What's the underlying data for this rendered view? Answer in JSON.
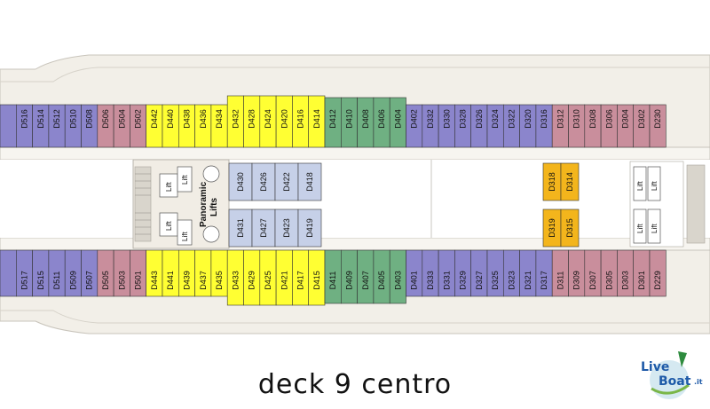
{
  "deck_title": "deck 9 centro",
  "center_labels": {
    "panoramic": "Panoramic",
    "lifts": "Lifts",
    "lift": "Lift"
  },
  "logo": {
    "text_top": "Live",
    "text_bottom": "Boat",
    "suffix": ".it"
  },
  "colors": {
    "purple": "#8b85cc",
    "pink": "#c98e9c",
    "yellow": "#ffff33",
    "green": "#6fb082",
    "lightblue": "#c6d0e8",
    "orange": "#f3b51c",
    "hull": "#f2efe8"
  },
  "top_row": [
    {
      "n": "",
      "c": "purple"
    },
    {
      "n": "D516",
      "c": "purple"
    },
    {
      "n": "D514",
      "c": "purple"
    },
    {
      "n": "D512",
      "c": "purple"
    },
    {
      "n": "D510",
      "c": "purple"
    },
    {
      "n": "D508",
      "c": "purple"
    },
    {
      "n": "D506",
      "c": "pink"
    },
    {
      "n": "D504",
      "c": "pink"
    },
    {
      "n": "D502",
      "c": "pink"
    },
    {
      "n": "D442",
      "c": "yellow"
    },
    {
      "n": "D440",
      "c": "yellow"
    },
    {
      "n": "D438",
      "c": "yellow"
    },
    {
      "n": "D436",
      "c": "yellow"
    },
    {
      "n": "D434",
      "c": "yellow"
    },
    {
      "n": "D432",
      "c": "yellow"
    },
    {
      "n": "D428",
      "c": "yellow"
    },
    {
      "n": "D424",
      "c": "yellow"
    },
    {
      "n": "D420",
      "c": "yellow"
    },
    {
      "n": "D416",
      "c": "yellow"
    },
    {
      "n": "D414",
      "c": "yellow"
    },
    {
      "n": "D412",
      "c": "green"
    },
    {
      "n": "D410",
      "c": "green"
    },
    {
      "n": "D408",
      "c": "green"
    },
    {
      "n": "D406",
      "c": "green"
    },
    {
      "n": "D404",
      "c": "green"
    },
    {
      "n": "D402",
      "c": "purple"
    },
    {
      "n": "D332",
      "c": "purple"
    },
    {
      "n": "D330",
      "c": "purple"
    },
    {
      "n": "D328",
      "c": "purple"
    },
    {
      "n": "D326",
      "c": "purple"
    },
    {
      "n": "D324",
      "c": "purple"
    },
    {
      "n": "D322",
      "c": "purple"
    },
    {
      "n": "D320",
      "c": "purple"
    },
    {
      "n": "D316",
      "c": "purple"
    },
    {
      "n": "D312",
      "c": "pink"
    },
    {
      "n": "D310",
      "c": "pink"
    },
    {
      "n": "D308",
      "c": "pink"
    },
    {
      "n": "D306",
      "c": "pink"
    },
    {
      "n": "D304",
      "c": "pink"
    },
    {
      "n": "D302",
      "c": "pink"
    },
    {
      "n": "D230",
      "c": "pink"
    }
  ],
  "bottom_row": [
    {
      "n": "",
      "c": "purple"
    },
    {
      "n": "D517",
      "c": "purple"
    },
    {
      "n": "D515",
      "c": "purple"
    },
    {
      "n": "D511",
      "c": "purple"
    },
    {
      "n": "D509",
      "c": "purple"
    },
    {
      "n": "D507",
      "c": "purple"
    },
    {
      "n": "D505",
      "c": "pink"
    },
    {
      "n": "D503",
      "c": "pink"
    },
    {
      "n": "D501",
      "c": "pink"
    },
    {
      "n": "D443",
      "c": "yellow"
    },
    {
      "n": "D441",
      "c": "yellow"
    },
    {
      "n": "D439",
      "c": "yellow"
    },
    {
      "n": "D437",
      "c": "yellow"
    },
    {
      "n": "D435",
      "c": "yellow"
    },
    {
      "n": "D433",
      "c": "yellow"
    },
    {
      "n": "D429",
      "c": "yellow"
    },
    {
      "n": "D425",
      "c": "yellow"
    },
    {
      "n": "D421",
      "c": "yellow"
    },
    {
      "n": "D417",
      "c": "yellow"
    },
    {
      "n": "D415",
      "c": "yellow"
    },
    {
      "n": "D411",
      "c": "green"
    },
    {
      "n": "D409",
      "c": "green"
    },
    {
      "n": "D407",
      "c": "green"
    },
    {
      "n": "D405",
      "c": "green"
    },
    {
      "n": "D403",
      "c": "green"
    },
    {
      "n": "D401",
      "c": "purple"
    },
    {
      "n": "D333",
      "c": "purple"
    },
    {
      "n": "D331",
      "c": "purple"
    },
    {
      "n": "D329",
      "c": "purple"
    },
    {
      "n": "D327",
      "c": "purple"
    },
    {
      "n": "D325",
      "c": "purple"
    },
    {
      "n": "D323",
      "c": "purple"
    },
    {
      "n": "D321",
      "c": "purple"
    },
    {
      "n": "D317",
      "c": "purple"
    },
    {
      "n": "D311",
      "c": "pink"
    },
    {
      "n": "D309",
      "c": "pink"
    },
    {
      "n": "D307",
      "c": "pink"
    },
    {
      "n": "D305",
      "c": "pink"
    },
    {
      "n": "D303",
      "c": "pink"
    },
    {
      "n": "D301",
      "c": "pink"
    },
    {
      "n": "D229",
      "c": "pink"
    }
  ],
  "inner_top": [
    "D430",
    "D426",
    "D422",
    "D418"
  ],
  "inner_bottom": [
    "D431",
    "D427",
    "D423",
    "D419"
  ],
  "orange_top": [
    "D318",
    "D314"
  ],
  "orange_bottom": [
    "D319",
    "D315"
  ]
}
